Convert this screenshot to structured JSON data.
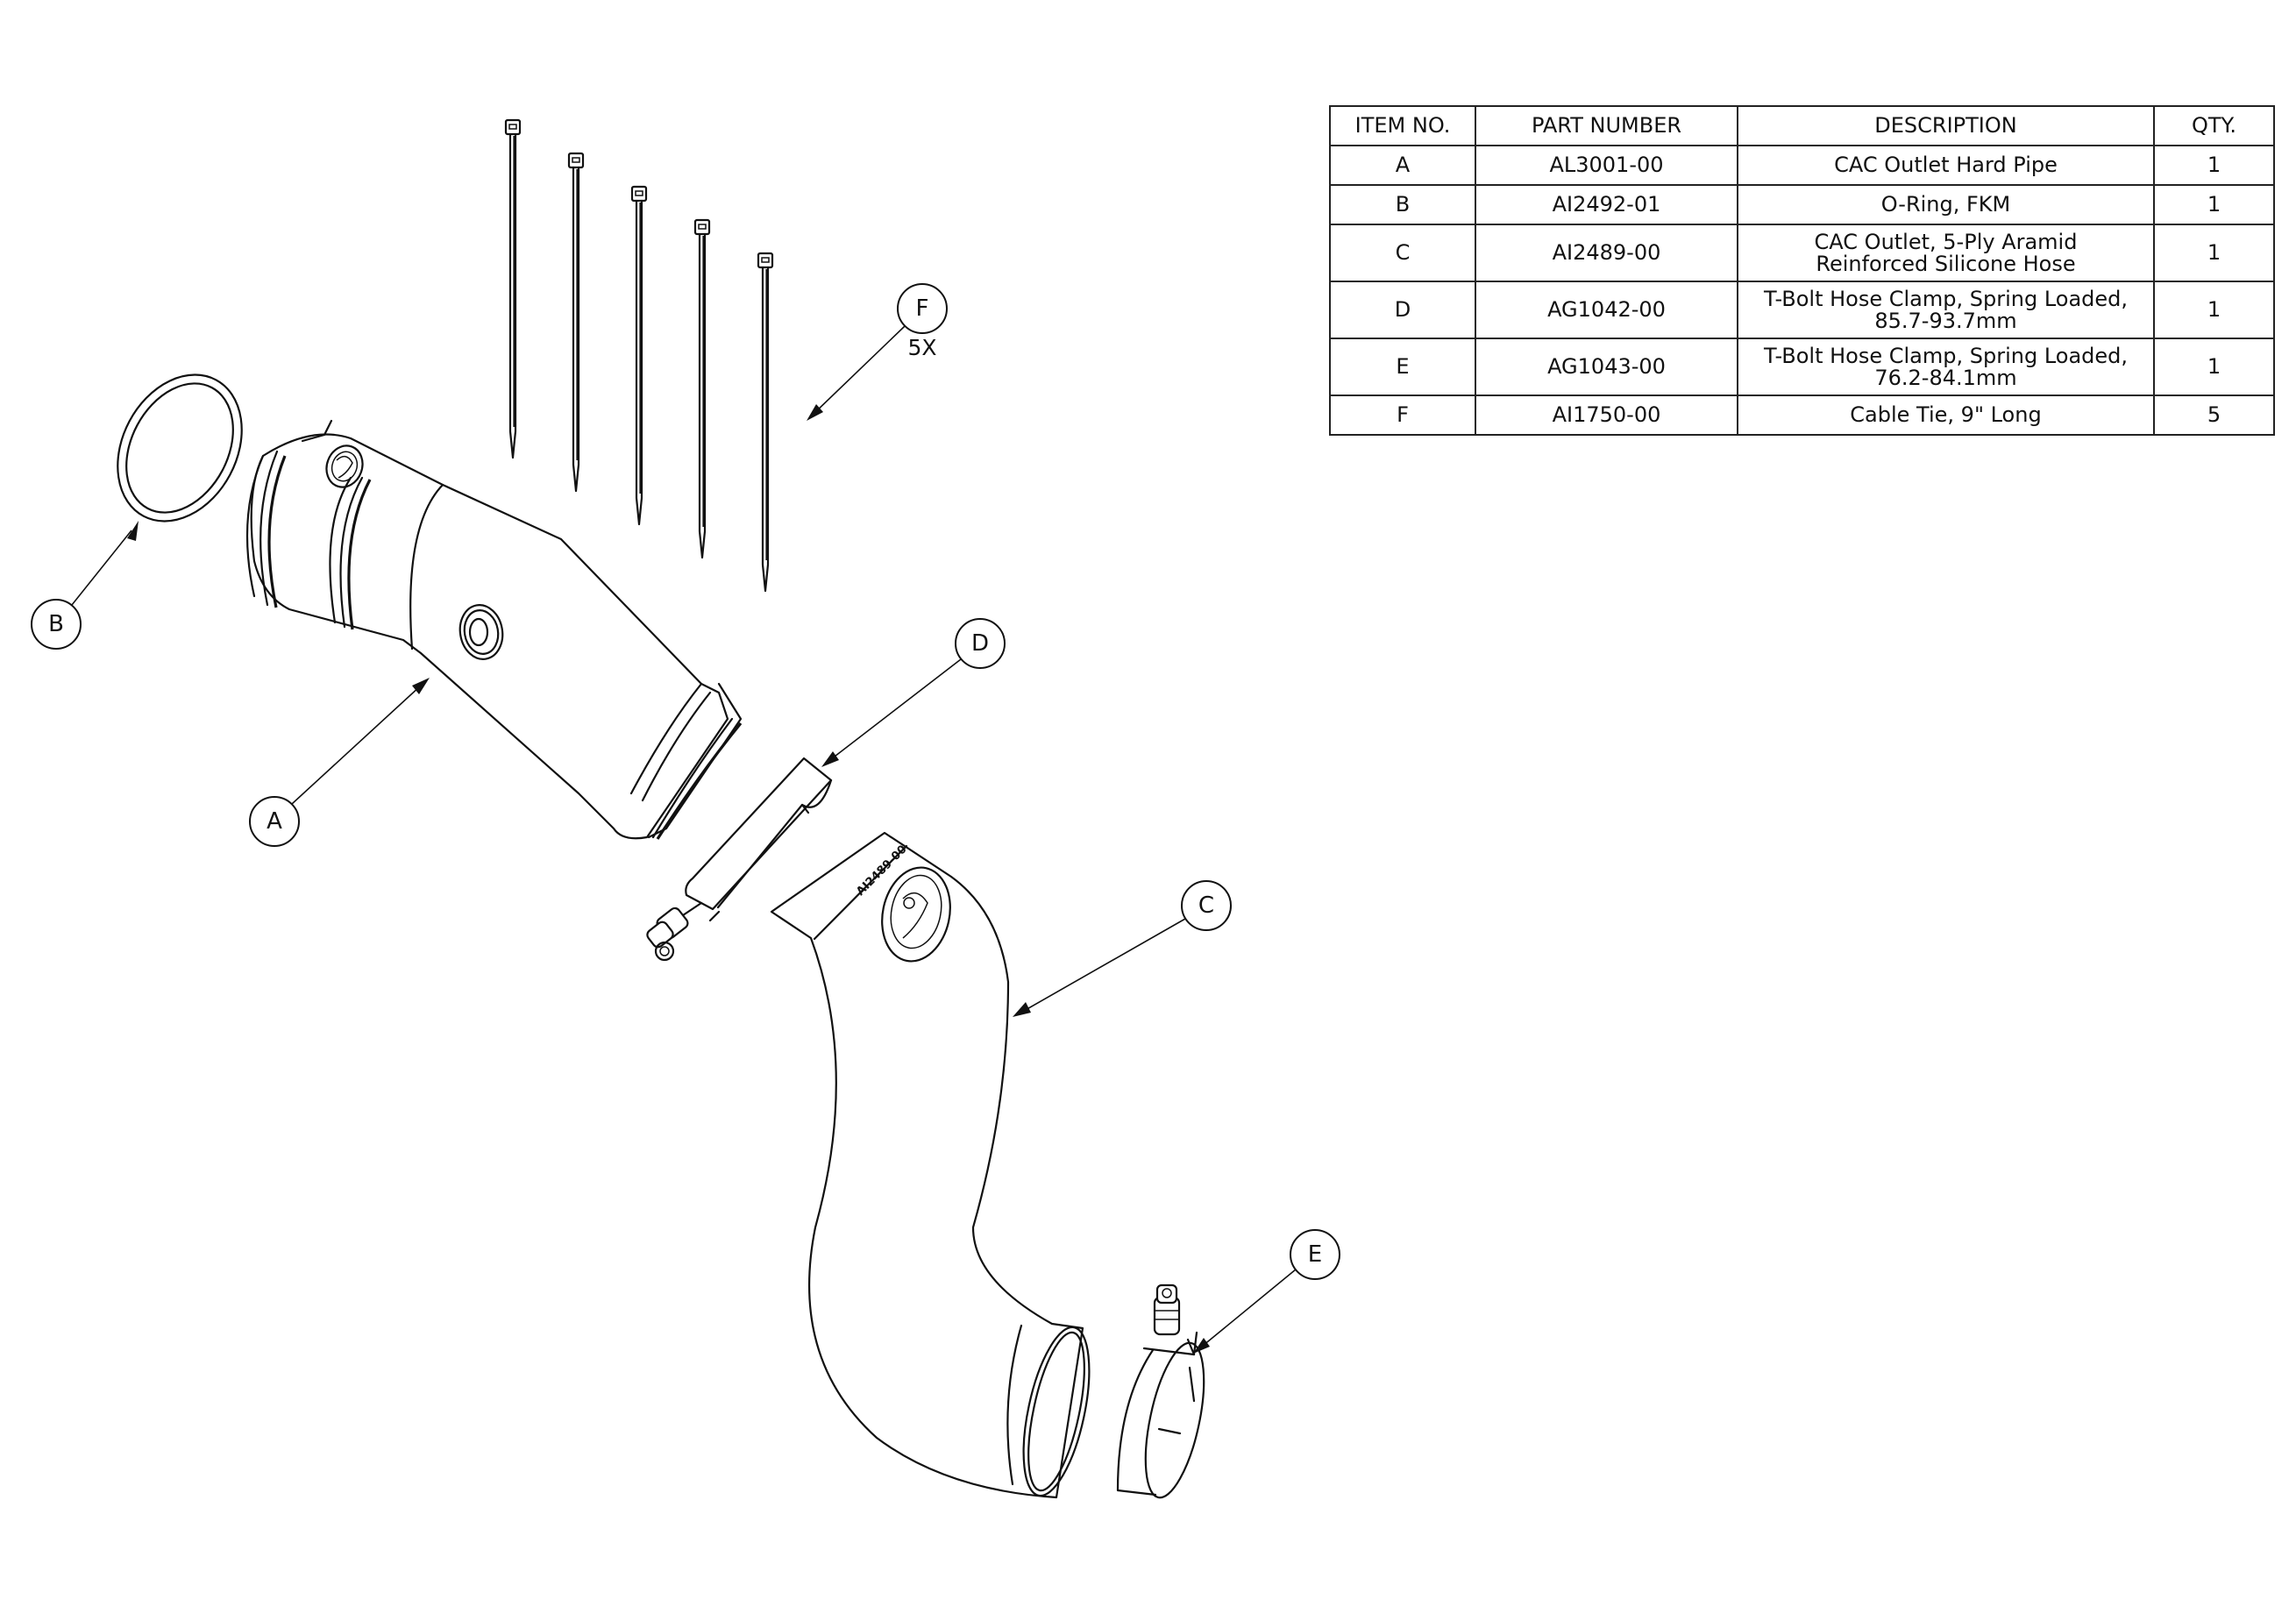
{
  "bom": {
    "headers": {
      "item_no": "ITEM NO.",
      "part_number": "PART NUMBER",
      "description": "DESCRIPTION",
      "qty": "QTY."
    },
    "rows": [
      {
        "item": "A",
        "part_number": "AL3001-00",
        "description": "CAC Outlet Hard Pipe",
        "qty": "1"
      },
      {
        "item": "B",
        "part_number": "AI2492-01",
        "description": "O-Ring, FKM",
        "qty": "1"
      },
      {
        "item": "C",
        "part_number": "AI2489-00",
        "description": "CAC Outlet, 5-Ply Aramid\nReinforced Silicone Hose",
        "qty": "1"
      },
      {
        "item": "D",
        "part_number": "AG1042-00",
        "description": "T-Bolt Hose Clamp, Spring Loaded,\n85.7-93.7mm",
        "qty": "1"
      },
      {
        "item": "E",
        "part_number": "AG1043-00",
        "description": "T-Bolt Hose Clamp, Spring Loaded,\n76.2-84.1mm",
        "qty": "1"
      },
      {
        "item": "F",
        "part_number": "AI1750-00",
        "description": "Cable Tie, 9\" Long",
        "qty": "5"
      }
    ]
  },
  "callouts": {
    "A": {
      "label": "A"
    },
    "B": {
      "label": "B"
    },
    "C": {
      "label": "C"
    },
    "D": {
      "label": "D"
    },
    "E": {
      "label": "E"
    },
    "F": {
      "label": "F",
      "quantity_note": "5X"
    }
  },
  "parts": {
    "hose_stamp": "AI2489-00",
    "cable_tie_count": 5
  },
  "colors": {
    "line": "#111111",
    "background": "#ffffff"
  }
}
